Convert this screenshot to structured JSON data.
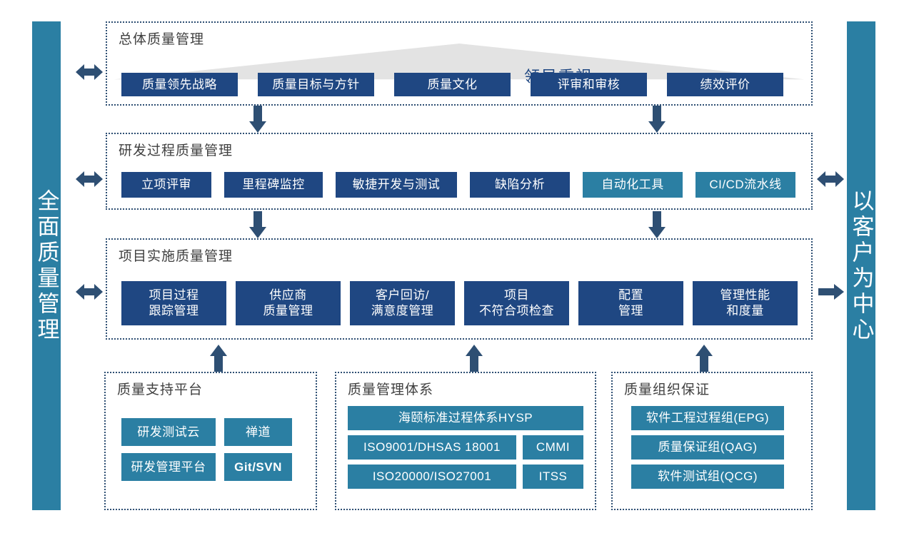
{
  "pillars": {
    "left": {
      "label": "全面质量管理",
      "color": "#2b7fa3"
    },
    "right": {
      "label": "以客户为中心",
      "color": "#2b7fa3"
    }
  },
  "sections": [
    {
      "id": "overall-quality-management",
      "title": "总体质量管理",
      "banner": {
        "label": "领导重视",
        "shape": "triangle",
        "fill": "#e3e3e3",
        "text_color": "#1f4782"
      },
      "boxes": [
        {
          "label": "质量领先战略",
          "color": "navy"
        },
        {
          "label": "质量目标与方针",
          "color": "navy"
        },
        {
          "label": "质量文化",
          "color": "navy"
        },
        {
          "label": "评审和审核",
          "color": "navy"
        },
        {
          "label": "绩效评价",
          "color": "navy"
        }
      ]
    },
    {
      "id": "rd-process-quality-management",
      "title": "研发过程质量管理",
      "boxes": [
        {
          "label": "立项评审",
          "color": "navy"
        },
        {
          "label": "里程碑监控",
          "color": "navy"
        },
        {
          "label": "敏捷开发与测试",
          "color": "navy"
        },
        {
          "label": "缺陷分析",
          "color": "navy"
        },
        {
          "label": "自动化工具",
          "color": "teal"
        },
        {
          "label": "CI/CD流水线",
          "color": "teal"
        }
      ]
    },
    {
      "id": "project-implementation-quality-management",
      "title": "项目实施质量管理",
      "boxes": [
        {
          "line1": "项目过程",
          "line2": "跟踪管理",
          "color": "navy"
        },
        {
          "line1": "供应商",
          "line2": "质量管理",
          "color": "navy"
        },
        {
          "line1": "客户回访/",
          "line2": "满意度管理",
          "color": "navy"
        },
        {
          "line1": "项目",
          "line2": "不符合项检查",
          "color": "navy"
        },
        {
          "line1": "配置",
          "line2": "管理",
          "color": "navy"
        },
        {
          "line1": "管理性能",
          "line2": "和度量",
          "color": "navy"
        }
      ]
    }
  ],
  "bottom_panels": [
    {
      "id": "quality-support-platform",
      "title": "质量支持平台",
      "boxes": [
        {
          "label": "研发测试云",
          "color": "teal",
          "bold": false
        },
        {
          "label": "禅道",
          "color": "teal",
          "bold": false
        },
        {
          "label": "研发管理平台",
          "color": "teal",
          "bold": false
        },
        {
          "label": "Git/SVN",
          "color": "teal",
          "bold": true
        }
      ]
    },
    {
      "id": "quality-management-system",
      "title": "质量管理体系",
      "boxes": [
        {
          "label": "海颐标准过程体系HYSP",
          "color": "teal",
          "bold": false
        },
        {
          "label": "ISO9001/DHSAS 18001",
          "color": "teal",
          "bold": false
        },
        {
          "label": "CMMI",
          "color": "teal",
          "bold": false
        },
        {
          "label": "ISO20000/ISO27001",
          "color": "teal",
          "bold": false
        },
        {
          "label": "ITSS",
          "color": "teal",
          "bold": false
        }
      ]
    },
    {
      "id": "quality-organization-assurance",
      "title": "质量组织保证",
      "boxes": [
        {
          "label": "软件工程过程组(EPG)",
          "color": "teal",
          "bold": false
        },
        {
          "label": "质量保证组(QAG)",
          "color": "teal",
          "bold": false
        },
        {
          "label": "软件测试组(QCG)",
          "color": "teal",
          "bold": false
        }
      ]
    }
  ],
  "arrows": {
    "color": "#2e4f73",
    "items": [
      {
        "name": "left-double-arrow-overall",
        "dir": "double-h"
      },
      {
        "name": "left-double-arrow-rd",
        "dir": "double-h"
      },
      {
        "name": "left-double-arrow-project",
        "dir": "double-h"
      },
      {
        "name": "right-double-arrow-rd",
        "dir": "double-h"
      },
      {
        "name": "right-arrow-project",
        "dir": "right"
      },
      {
        "name": "down-arrow-overall-to-rd-left",
        "dir": "down"
      },
      {
        "name": "down-arrow-overall-to-rd-right",
        "dir": "down"
      },
      {
        "name": "down-arrow-rd-to-project-left",
        "dir": "down"
      },
      {
        "name": "down-arrow-rd-to-project-right",
        "dir": "down"
      },
      {
        "name": "up-arrow-support-to-project",
        "dir": "up"
      },
      {
        "name": "up-arrow-system-to-project",
        "dir": "up"
      },
      {
        "name": "up-arrow-organization-to-project",
        "dir": "up"
      }
    ]
  },
  "colors": {
    "navy": "#1f4782",
    "teal": "#2b7fa3",
    "arrow": "#2e4f73",
    "panel_border": "#2e4f73",
    "title": "#404040"
  }
}
